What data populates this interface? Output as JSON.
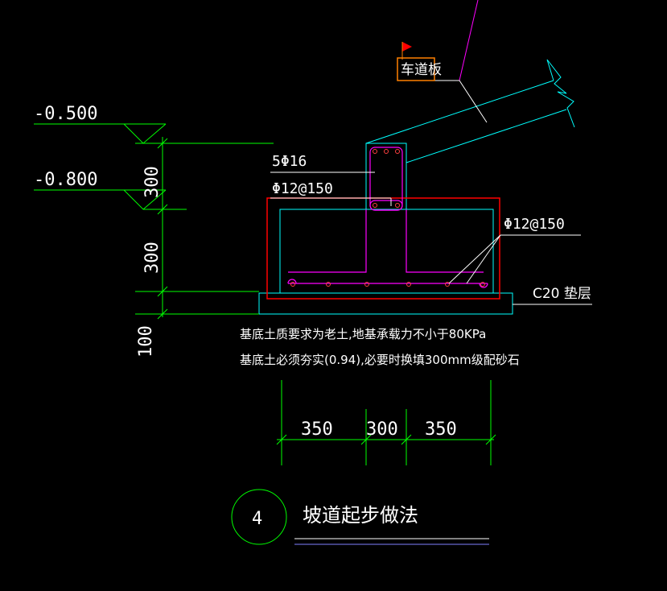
{
  "colors": {
    "background": "#000000",
    "dimension": "#00ff00",
    "concrete": "#00ffff",
    "rebar": "#ff00ff",
    "highlight": "#ff0000",
    "text": "#ffffff",
    "flag": "#ff0000",
    "label_box": "#ff8000",
    "title_line1": "#ffffff",
    "title_line2": "#8080ff"
  },
  "elevations": {
    "top": "-0.500",
    "bottom": "-0.800"
  },
  "dimensions": {
    "vertical": [
      "300",
      "300",
      "100"
    ],
    "horizontal": [
      "350",
      "300",
      "350"
    ]
  },
  "labels": {
    "slab": "车道板",
    "top_rebar": "5Φ16",
    "stirrup": "Φ12@150",
    "bottom_rebar": "Φ12@150",
    "cushion": "C20 垫层"
  },
  "notes": [
    "基底土质要求为老土,地基承载力不小于80KPa",
    "基底土必须夯实(0.94),必要时换填300mm级配砂石"
  ],
  "detail": {
    "number": "4",
    "title": "坡道起步做法"
  }
}
